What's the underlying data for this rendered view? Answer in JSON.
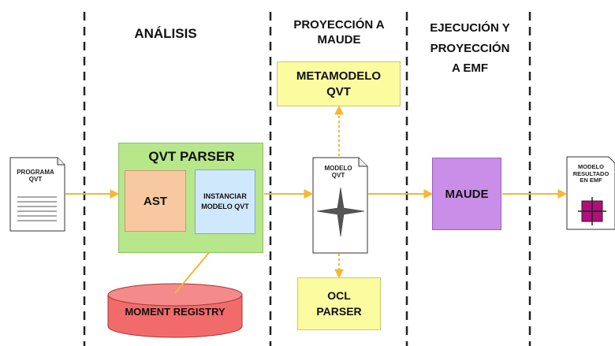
{
  "phases": {
    "analysis": "ANÁLISIS",
    "projection_maude": [
      "PROYECCIÓN A",
      "MAUDE"
    ],
    "execution_emf": [
      "EJECUCIÓN Y",
      "PROYECCIÓN",
      "A EMF"
    ]
  },
  "nodes": {
    "programa_qvt": [
      "PROGRAMA",
      "QVT"
    ],
    "qvt_parser": "QVT PARSER",
    "ast": "AST",
    "instanciar": [
      "INSTANCIAR",
      "MODELO QVT"
    ],
    "moment_registry": "MOMENT REGISTRY",
    "metamodelo_qvt": [
      "METAMODELO",
      "QVT"
    ],
    "modelo_qvt": [
      "MODELO",
      "QVT"
    ],
    "ocl_parser": [
      "OCL",
      "PARSER"
    ],
    "maude": "MAUDE",
    "modelo_resultado": [
      "MODELO",
      "RESULTADO",
      "EN EMF"
    ]
  },
  "colors": {
    "arrow": "#f7b731",
    "parser_green": "#b8e68a",
    "ast_orange": "#f8c9a0",
    "instanciar_blue": "#cfe8fb",
    "moment_red": "#f26b6b",
    "metamodel_yellow": "#fbfba0",
    "maude_purple": "#c98ee8",
    "emf_magenta": "#b0107a"
  }
}
